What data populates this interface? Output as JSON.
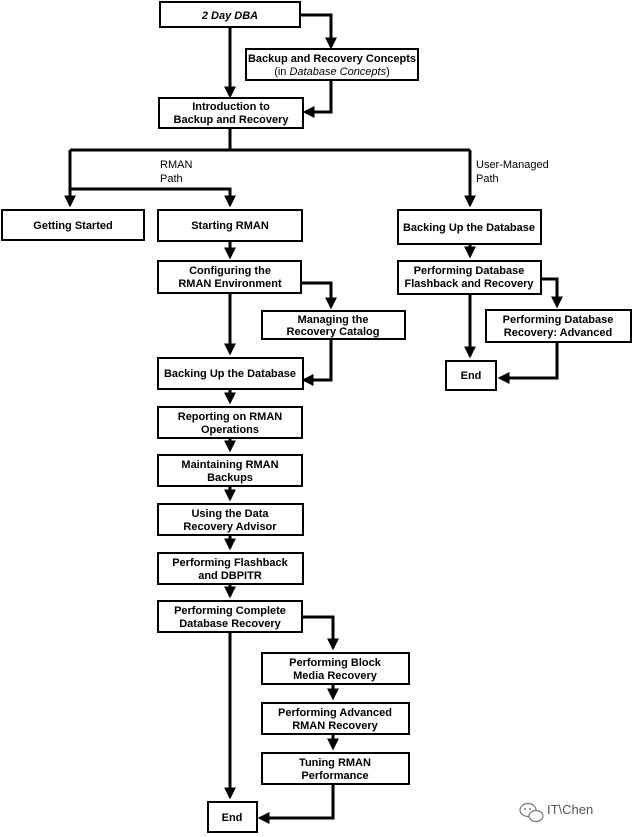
{
  "nodes": {
    "two_day_dba": "2 Day DBA",
    "backup_recovery_concepts": {
      "line1": "Backup and Recovery Concepts",
      "line2_prefix": "(in ",
      "line2_italic": "Database Concepts",
      "line2_suffix": ")"
    },
    "intro": [
      "Introduction to",
      "Backup and Recovery"
    ],
    "getting_started": "Getting Started",
    "starting_rman": "Starting RMAN",
    "configuring_rman": [
      "Configuring the",
      "RMAN Environment"
    ],
    "managing_catalog": [
      "Managing the",
      "Recovery Catalog"
    ],
    "backing_up_rman": "Backing Up the Database",
    "reporting": [
      "Reporting on RMAN",
      "Operations"
    ],
    "maintaining": [
      "Maintaining RMAN",
      "Backups"
    ],
    "data_recovery_advisor": [
      "Using the Data",
      "Recovery Advisor"
    ],
    "flashback_dbpitr": [
      "Performing Flashback",
      "and DBPITR"
    ],
    "complete_recovery": [
      "Performing Complete",
      "Database Recovery"
    ],
    "block_media": [
      "Performing Block",
      "Media Recovery"
    ],
    "advanced_rman": [
      "Performing Advanced",
      "RMAN Recovery"
    ],
    "tuning": [
      "Tuning RMAN",
      "Performance"
    ],
    "end_rman": "End",
    "backing_up_user": "Backing Up the Database",
    "flashback_user": [
      "Performing Database",
      "Flashback and Recovery"
    ],
    "recovery_advanced": [
      "Performing Database",
      "Recovery: Advanced"
    ],
    "end_user": "End"
  },
  "labels": {
    "rman_path": [
      "RMAN",
      "Path"
    ],
    "user_path": [
      "User-Managed",
      "Path"
    ]
  },
  "watermark": "IT\\Chen",
  "icons": [
    "wechat-icon"
  ]
}
